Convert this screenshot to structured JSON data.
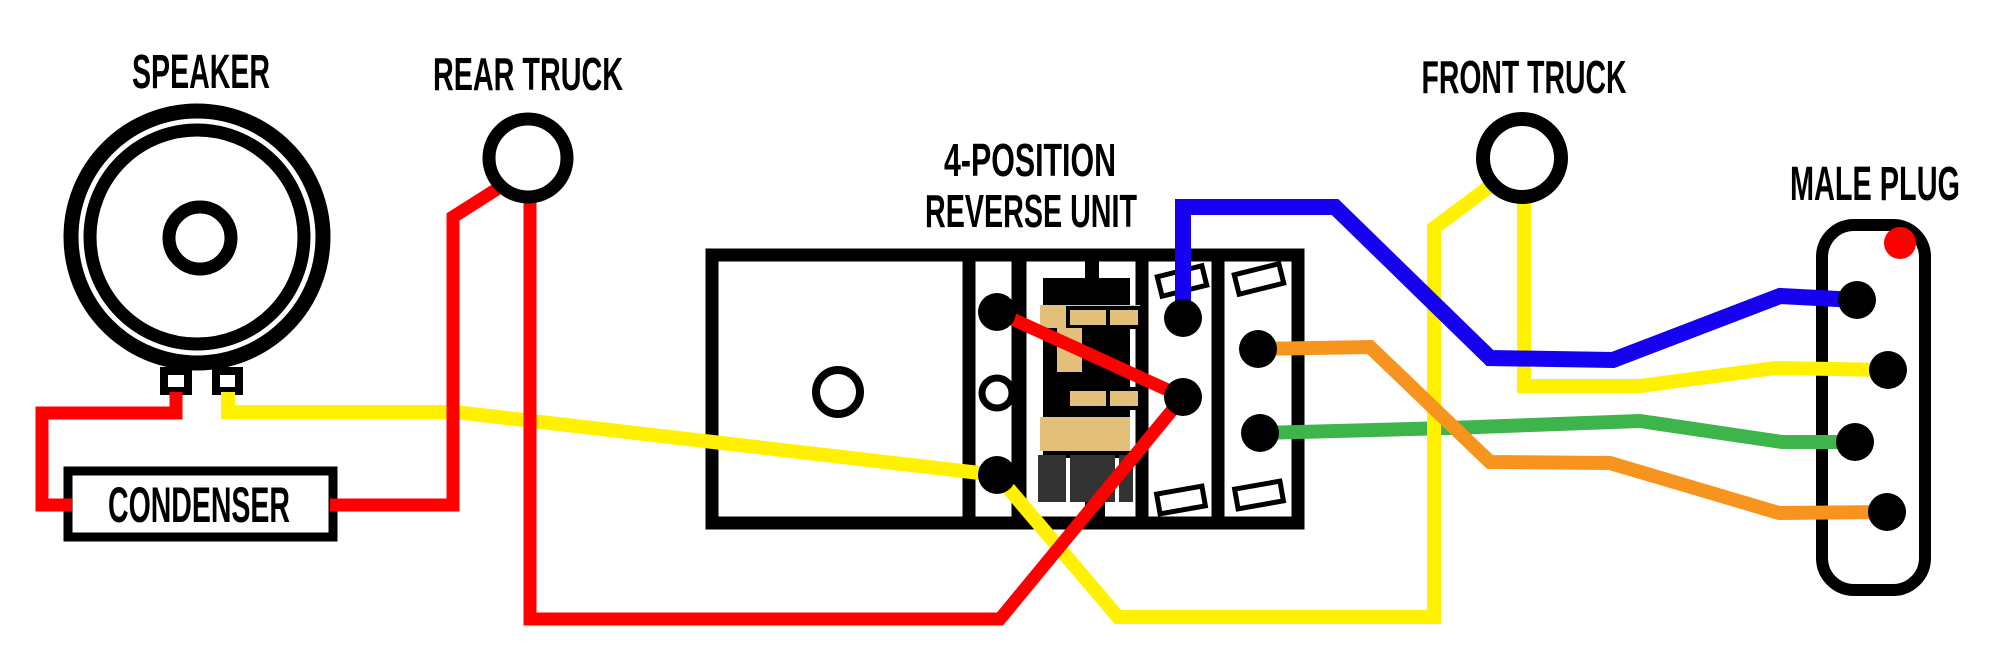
{
  "labels": {
    "speaker": "SPEAKER",
    "rear_truck": "REAR TRUCK",
    "reverse_unit_line1": "4-POSITION",
    "reverse_unit_line2": "REVERSE UNIT",
    "front_truck": "FRONT TRUCK",
    "male_plug": "MALE PLUG",
    "condenser": "CONDENSER"
  },
  "colors": {
    "red": "#ff0000",
    "yellow": "#fff100",
    "green": "#3db54a",
    "orange": "#f7941e",
    "blue": "#1500f0",
    "coil_tan": "#e2c07a",
    "coil_gray": "#333333",
    "outline_black": "#000000"
  },
  "connections": [
    "red: speaker left terminal -> condenser -> rear truck (left pickup)",
    "red: rear truck (center pickup) -> reverse unit center terminal",
    "red: reverse unit strip top terminal -> reverse unit center terminal",
    "yellow: speaker right terminal -> reverse unit strip bottom terminal",
    "yellow: reverse unit strip bottom terminal -> front truck (left pickup)",
    "yellow: front truck (center pickup) -> male plug pin 2",
    "blue: reverse unit top terminal -> male plug pin 1",
    "green: reverse unit lower right terminal -> male plug pin 3",
    "orange: reverse unit upper right terminal -> male plug pin 4"
  ]
}
